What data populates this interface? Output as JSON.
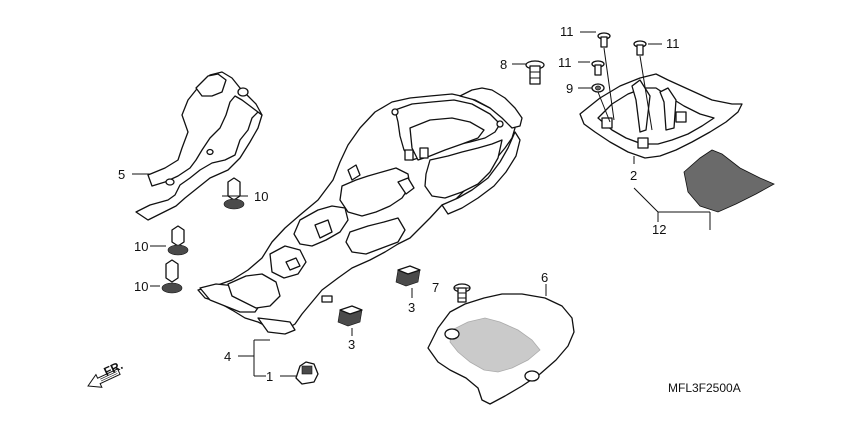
{
  "callouts": {
    "c1": "1",
    "c2": "2",
    "c3a": "3",
    "c3b": "3",
    "c4": "4",
    "c5": "5",
    "c6": "6",
    "c7": "7",
    "c8": "8",
    "c9": "9",
    "c10a": "10",
    "c10b": "10",
    "c10c": "10",
    "c11a": "11",
    "c11b": "11",
    "c11c": "11",
    "c12": "12"
  },
  "front_indicator": "FR.",
  "diagram_code": "MFL3F2500A",
  "colors": {
    "line": "#111111",
    "shade": "#6a6a6a",
    "background": "#ffffff"
  }
}
